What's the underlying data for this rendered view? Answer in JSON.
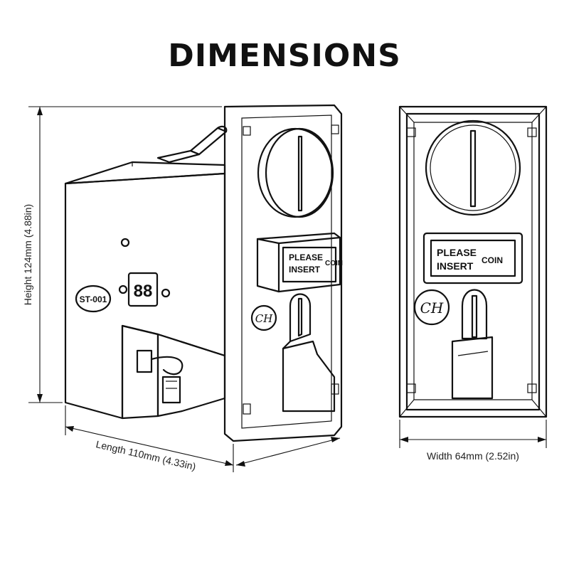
{
  "title": "DIMENSIONS",
  "dimensions": {
    "height": "Height 124mm (4.88in)",
    "length": "Length 110mm (4.33in)",
    "width": "Width 64mm (2.52in)"
  },
  "device": {
    "model_label": "ST-001",
    "display_digits": "88",
    "label_please": "PLEASE",
    "label_insert": "INSERT",
    "label_coin": "COIN",
    "logo": "CH"
  }
}
